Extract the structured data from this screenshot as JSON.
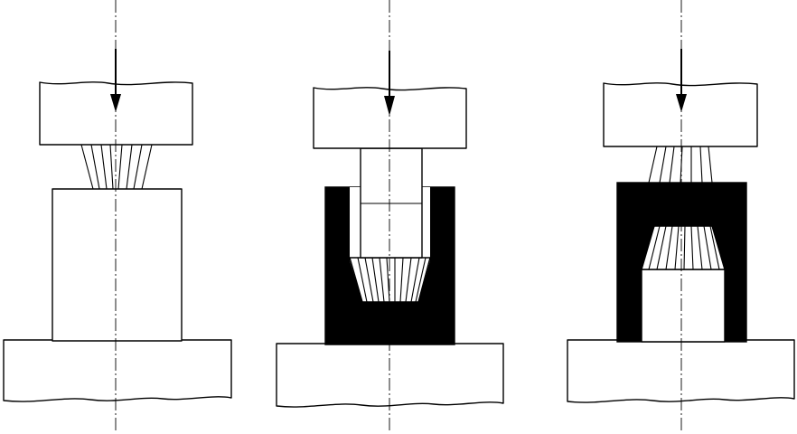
{
  "figure": {
    "panels": [
      {
        "id": "press-left",
        "description_shown": "no"
      },
      {
        "id": "press-middle",
        "description_shown": "no"
      },
      {
        "id": "press-right",
        "description_shown": "no"
      }
    ],
    "colors": {
      "stroke": "#000000",
      "background": "#ffffff",
      "solid_fill": "#000000"
    }
  }
}
